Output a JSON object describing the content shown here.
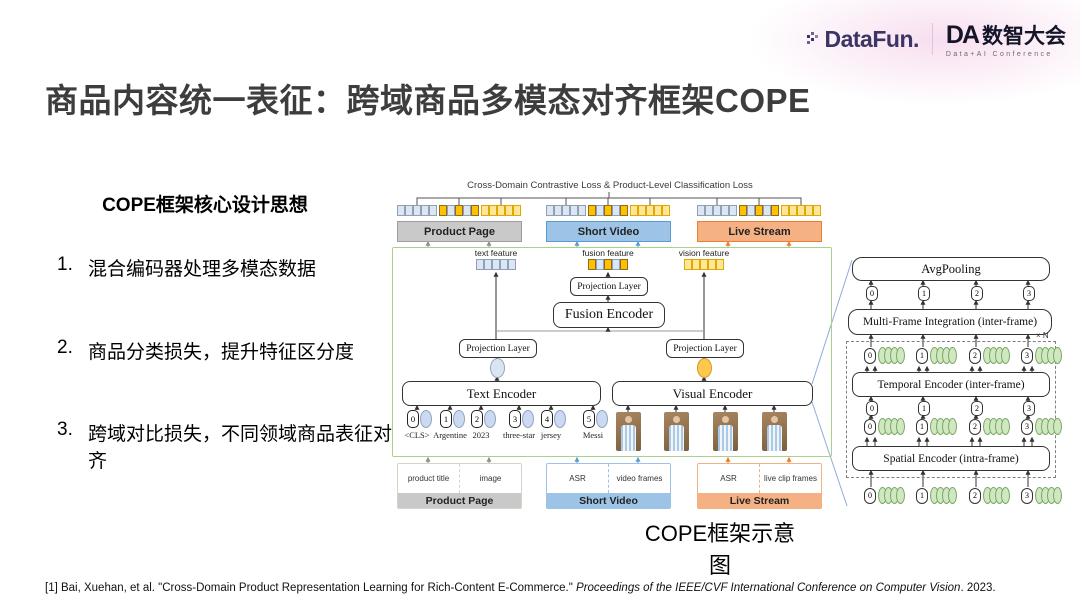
{
  "header": {
    "logo_datafun": "DataFun.",
    "logo_da_abbr": "DA",
    "logo_da_name": "数智大会",
    "logo_da_sub": "Data+AI Conference"
  },
  "title": "商品内容统一表征：跨域商品多模态对齐框架COPE",
  "left": {
    "heading": "COPE框架核心设计思想",
    "items": [
      {
        "num": "1.",
        "text": "混合编码器处理多模态数据"
      },
      {
        "num": "2.",
        "text": "商品分类损失，提升特征区分度"
      },
      {
        "num": "3.",
        "text": "跨域对比损失，不同领域商品表征对齐"
      }
    ]
  },
  "diagram": {
    "loss_label": "Cross-Domain Contrastive Loss & Product-Level Classification Loss",
    "domains": [
      {
        "name": "Product Page",
        "inputs": [
          "product title",
          "image"
        ],
        "color": "#c9c9c9"
      },
      {
        "name": "Short Video",
        "inputs": [
          "ASR",
          "video frames"
        ],
        "color": "#9dc3e6"
      },
      {
        "name": "Live Stream",
        "inputs": [
          "ASR",
          "live clip frames"
        ],
        "color": "#f5b183"
      }
    ],
    "features": [
      "text feature",
      "fusion feature",
      "vision feature"
    ],
    "boxes": {
      "projection": "Projection Layer",
      "fusion": "Fusion Encoder",
      "text_encoder": "Text Encoder",
      "visual_encoder": "Visual Encoder"
    },
    "text_tokens": [
      {
        "num": "0",
        "label": "<CLS>"
      },
      {
        "num": "1",
        "label": "Argentine"
      },
      {
        "num": "2",
        "label": "2023"
      },
      {
        "num": "3",
        "label": "three-star"
      },
      {
        "num": "4",
        "label": "jersey"
      },
      {
        "num": "5",
        "label": "Messi"
      }
    ],
    "caption": "COPE框架示意图"
  },
  "right": {
    "avgpooling": "AvgPooling",
    "multi_frame": "Multi-Frame Integration (inter-frame)",
    "temporal": "Temporal Encoder (inter-frame)",
    "spatial": "Spatial Encoder (intra-frame)",
    "repeat": "× N",
    "nums": [
      "0",
      "1",
      "2",
      "3"
    ]
  },
  "footer": {
    "prefix": "[1] Bai, Xuehan, et al. \"Cross-Domain Product Representation Learning for Rich-Content E-Commerce.\" ",
    "italic": "Proceedings of the IEEE/CVF International Conference on Computer Vision",
    "suffix": ". 2023."
  },
  "colors": {
    "token_gold": "#ffc000",
    "token_blue": "#dce6f3",
    "token_yellow": "#ffe699",
    "framework_border": "#a9d18e",
    "stack_green": "#cfe8bf",
    "arrow_blue": "#5b9bd5",
    "arrow_orange": "#ed7d31"
  }
}
